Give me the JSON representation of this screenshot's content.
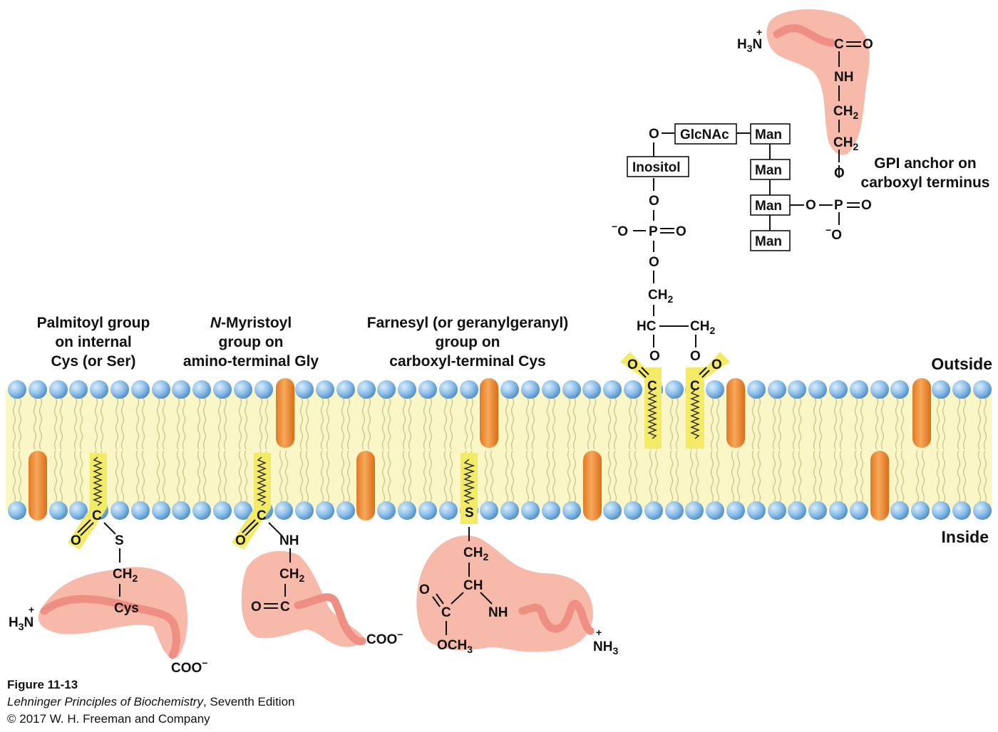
{
  "labels": {
    "palmitoyl_1": "Palmitoyl group",
    "palmitoyl_2": "on internal",
    "palmitoyl_3": "Cys (or Ser)",
    "myristoyl_1a": "N",
    "myristoyl_1b": "-Myristoyl",
    "myristoyl_2": "group on",
    "myristoyl_3": "amino-terminal Gly",
    "farnesyl_1": "Farnesyl (or geranylgeranyl)",
    "farnesyl_2": "group on",
    "farnesyl_3": "carboxyl-terminal Cys",
    "gpi_1": "GPI anchor on",
    "gpi_2": "carboxyl terminus",
    "outside": "Outside",
    "inside": "Inside"
  },
  "sugars": {
    "glcnac": "GlcNAc",
    "inositol": "Inositol",
    "man": "Man"
  },
  "chem": {
    "o": "O",
    "c": "C",
    "s": "S",
    "p": "P",
    "nh": "NH",
    "ch": "CH",
    "hc": "HC",
    "ch2": "CH",
    "two": "2",
    "three": "3",
    "cys": "Cys",
    "coo": "COO",
    "minus": "−",
    "plus": "+",
    "h3n_h": "H",
    "h3n_n": "N",
    "nh3_nh": "NH",
    "och3_och": "OCH"
  },
  "caption": {
    "figure": "Figure 11-13",
    "book_italic": "Lehninger Principles of Biochemistry",
    "book_rest": ", Seventh Edition",
    "copyright": "© 2017 W. H. Freeman and Company"
  },
  "colors": {
    "head": "#7fb6e6",
    "membrane": "#faf6c7",
    "protein": "#f7b9aa",
    "chain": "#f08c7e",
    "anchor_highlight": "#f3eb68",
    "integral_protein": "#f0983a"
  }
}
